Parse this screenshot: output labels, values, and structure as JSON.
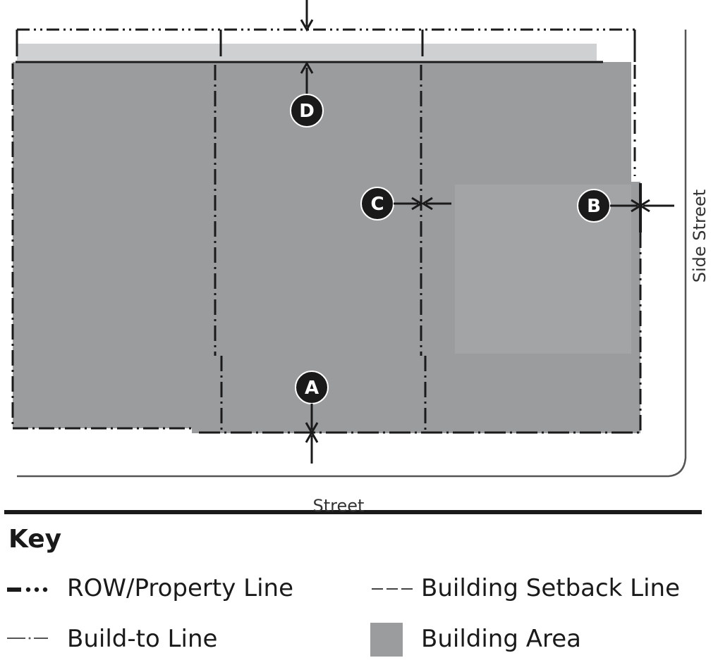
{
  "labels": {
    "a": "A",
    "b": "B",
    "c": "C",
    "d": "D",
    "street": "Street",
    "side_street": "Side Street"
  },
  "key": {
    "title": "Key",
    "row_property_line": "ROW/Property Line",
    "building_setback_line": "Building Setback Line",
    "build_to_line": "Build-to Line",
    "building_area": "Building Area"
  },
  "colors": {
    "building_area": "#9a9c9e",
    "line": "#1a1a1a",
    "marker": "#1a1a1a"
  }
}
